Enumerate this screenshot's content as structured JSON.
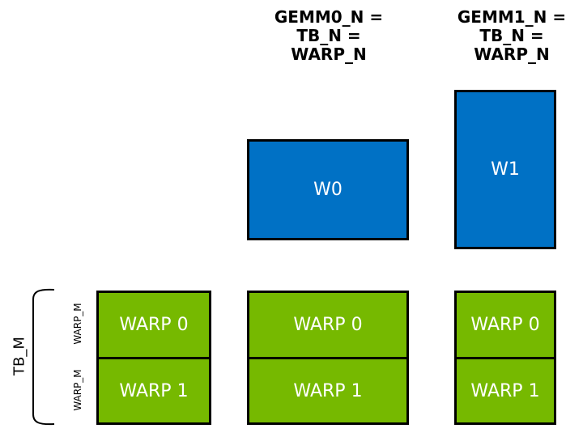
{
  "diagram_title": "warp-tiling-diagram",
  "colors": {
    "blue_fill": "#0071C5",
    "green_fill": "#76B900",
    "border": "#000000",
    "text_on_fill": "#FFFFFF",
    "label_text": "#000000",
    "background": "#FFFFFF"
  },
  "headers": {
    "gemm0": "GEMM0_N =\nTB_N =\nWARP_N",
    "gemm1": "GEMM1_N =\nTB_N =\nWARP_N"
  },
  "warps": {
    "w0": "W0",
    "w1": "W1"
  },
  "side": {
    "tb_m": "TB_M",
    "warp_m_top": "WARP_M",
    "warp_m_bottom": "WARP_M"
  },
  "columns": [
    {
      "rows": [
        "WARP 0",
        "WARP 1"
      ]
    },
    {
      "rows": [
        "WARP 0",
        "WARP 1"
      ]
    },
    {
      "rows": [
        "WARP 0",
        "WARP 1"
      ]
    }
  ]
}
